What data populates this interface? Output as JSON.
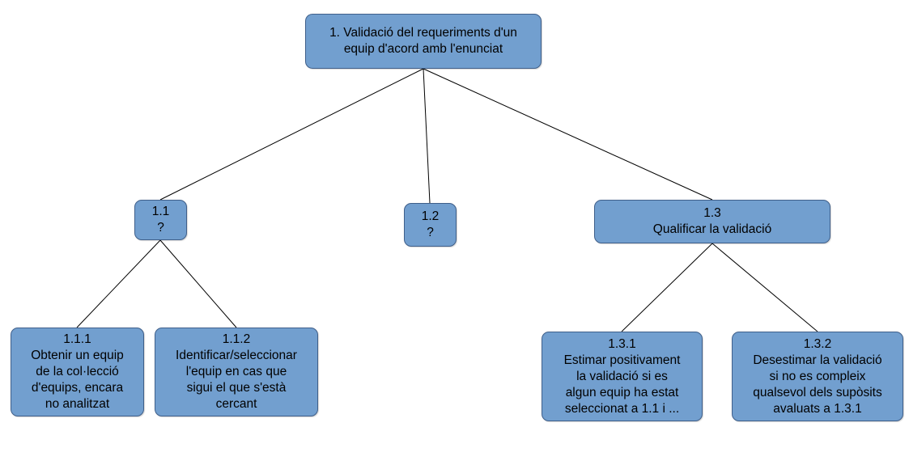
{
  "diagram": {
    "root": {
      "lines": [
        "1. Validació del requeriments d'un",
        "equip d'acord amb l'enunciat"
      ]
    },
    "n11": {
      "lines": [
        "1.1",
        "?"
      ]
    },
    "n12": {
      "lines": [
        "1.2",
        "?"
      ]
    },
    "n13": {
      "lines": [
        "1.3",
        "Qualificar la validació"
      ]
    },
    "n111": {
      "lines": [
        "1.1.1",
        "Obtenir un equip",
        "de la col·lecció",
        "d'equips, encara",
        "no analitzat"
      ]
    },
    "n112": {
      "lines": [
        "1.1.2",
        "Identificar/seleccionar",
        "l'equip en cas que",
        "sigui el que s'està",
        "cercant"
      ]
    },
    "n131": {
      "lines": [
        "1.3.1",
        "Estimar positivament",
        "la validació si es",
        "algun equip ha estat",
        "seleccionat a 1.1 i ..."
      ]
    },
    "n132": {
      "lines": [
        "1.3.2",
        "Desestimar la validació",
        "si no es compleix",
        "qualsevol dels supòsits",
        "avaluats a 1.3.1"
      ]
    }
  },
  "colors": {
    "node_fill": "#729fcf",
    "node_border": "#3f5f8a",
    "connector": "#000000"
  }
}
